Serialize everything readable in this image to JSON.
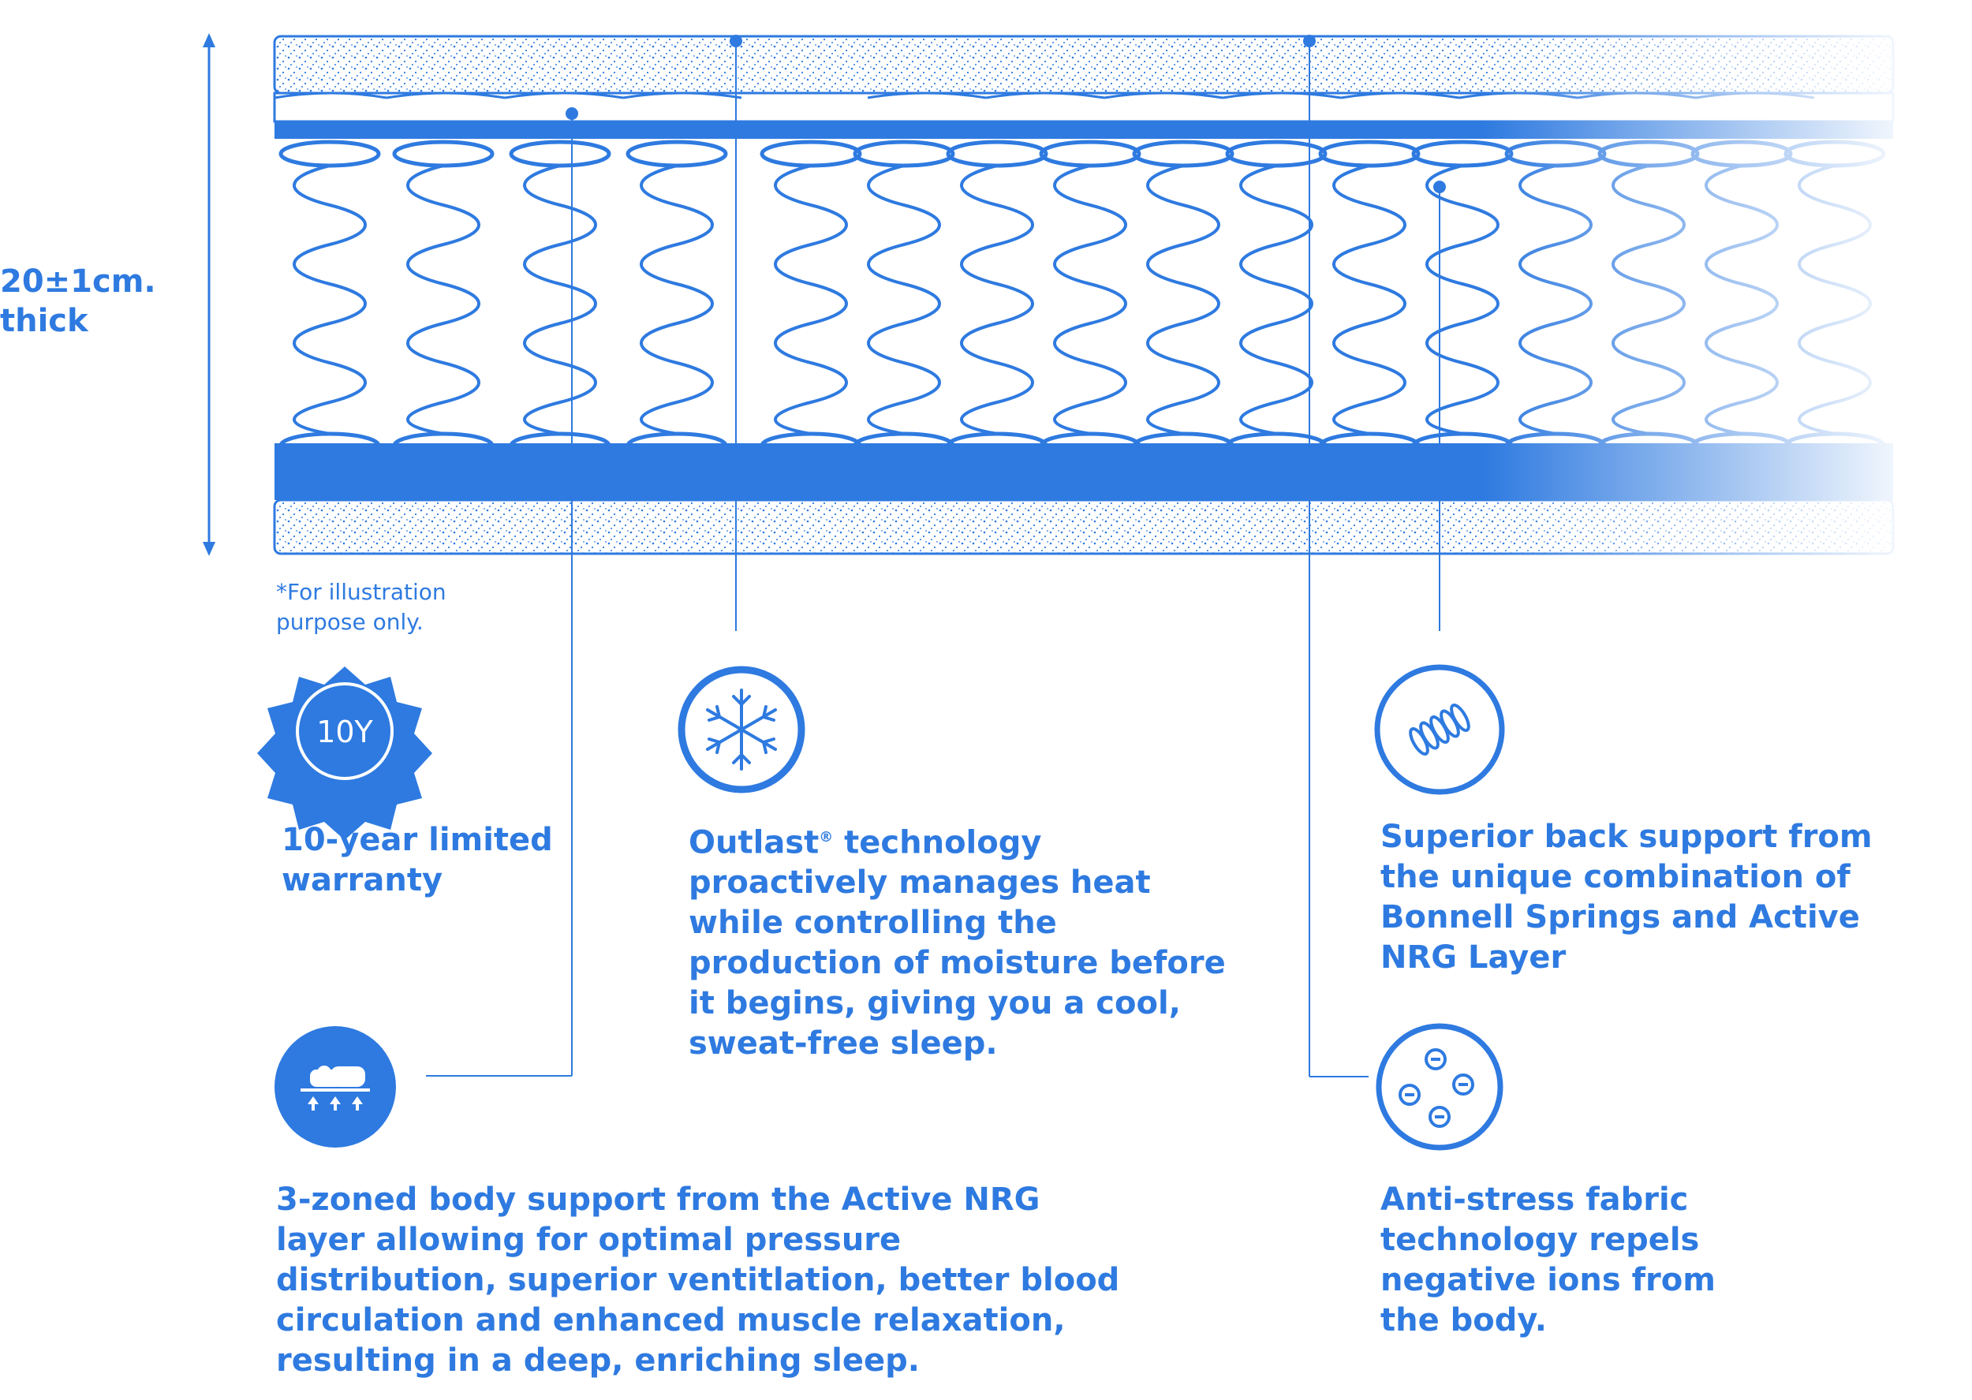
{
  "thickness": {
    "value": "20±1cm.",
    "unit_label": "thick"
  },
  "note": "*For illustration purpose only.",
  "warranty": {
    "badge_text": "10Y",
    "text": "10-year limited warranty",
    "icon": "warranty-badge-icon"
  },
  "outlast": {
    "brand": "Outlast",
    "mark": "®",
    "text": " technology proactively manages heat while controlling the production of moisture before it begins, giving you a cool, sweat-free sleep.",
    "icon": "snowflake-icon"
  },
  "support": {
    "text": "Superior back support from the unique combination of Bonnell Springs and Active NRG Layer",
    "icon": "spring-icon"
  },
  "zoned": {
    "text": "3-zoned body support from the Active NRG layer allowing for optimal pressure distribution, superior ventitlation, better blood circulation and enhanced muscle relaxation, resulting in a deep, enriching sleep.",
    "icon": "sleeping-person-icon"
  },
  "antistress": {
    "text": "Anti-stress fabric technology repels negative ions from the body.",
    "icon": "negative-ions-icon"
  },
  "colors": {
    "primary": "#2e7ae0",
    "light": "#bcd5f5",
    "background": "#ffffff"
  }
}
